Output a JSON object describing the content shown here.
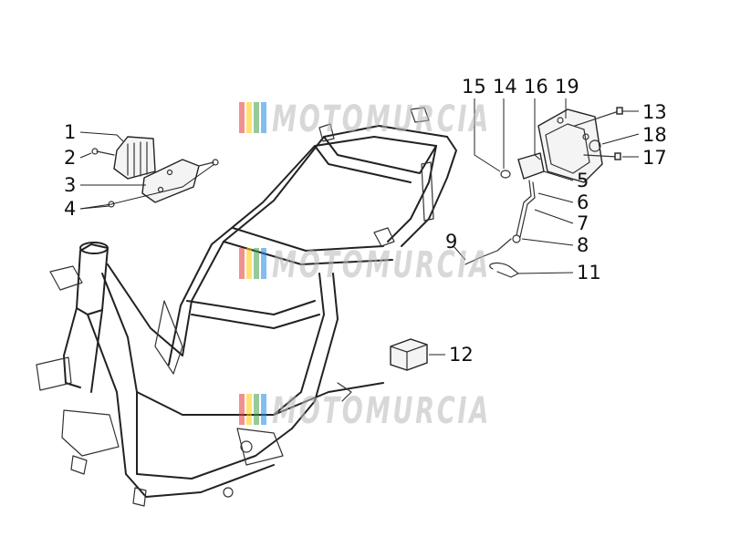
{
  "watermark": {
    "text": "MOTOMURCIA",
    "stripe_colors": [
      "#e53935",
      "#ffcc00",
      "#43a047",
      "#1e88e5"
    ]
  },
  "callouts": [
    {
      "id": "1",
      "label": "1"
    },
    {
      "id": "2",
      "label": "2"
    },
    {
      "id": "3",
      "label": "3"
    },
    {
      "id": "4",
      "label": "4"
    },
    {
      "id": "5",
      "label": "5"
    },
    {
      "id": "6",
      "label": "6"
    },
    {
      "id": "7",
      "label": "7"
    },
    {
      "id": "8",
      "label": "8"
    },
    {
      "id": "9",
      "label": "9"
    },
    {
      "id": "11",
      "label": "11"
    },
    {
      "id": "12",
      "label": "12"
    },
    {
      "id": "13",
      "label": "13"
    },
    {
      "id": "14",
      "label": "14"
    },
    {
      "id": "15",
      "label": "15"
    },
    {
      "id": "16",
      "label": "16"
    },
    {
      "id": "17",
      "label": "17"
    },
    {
      "id": "18",
      "label": "18"
    },
    {
      "id": "19",
      "label": "19"
    }
  ]
}
